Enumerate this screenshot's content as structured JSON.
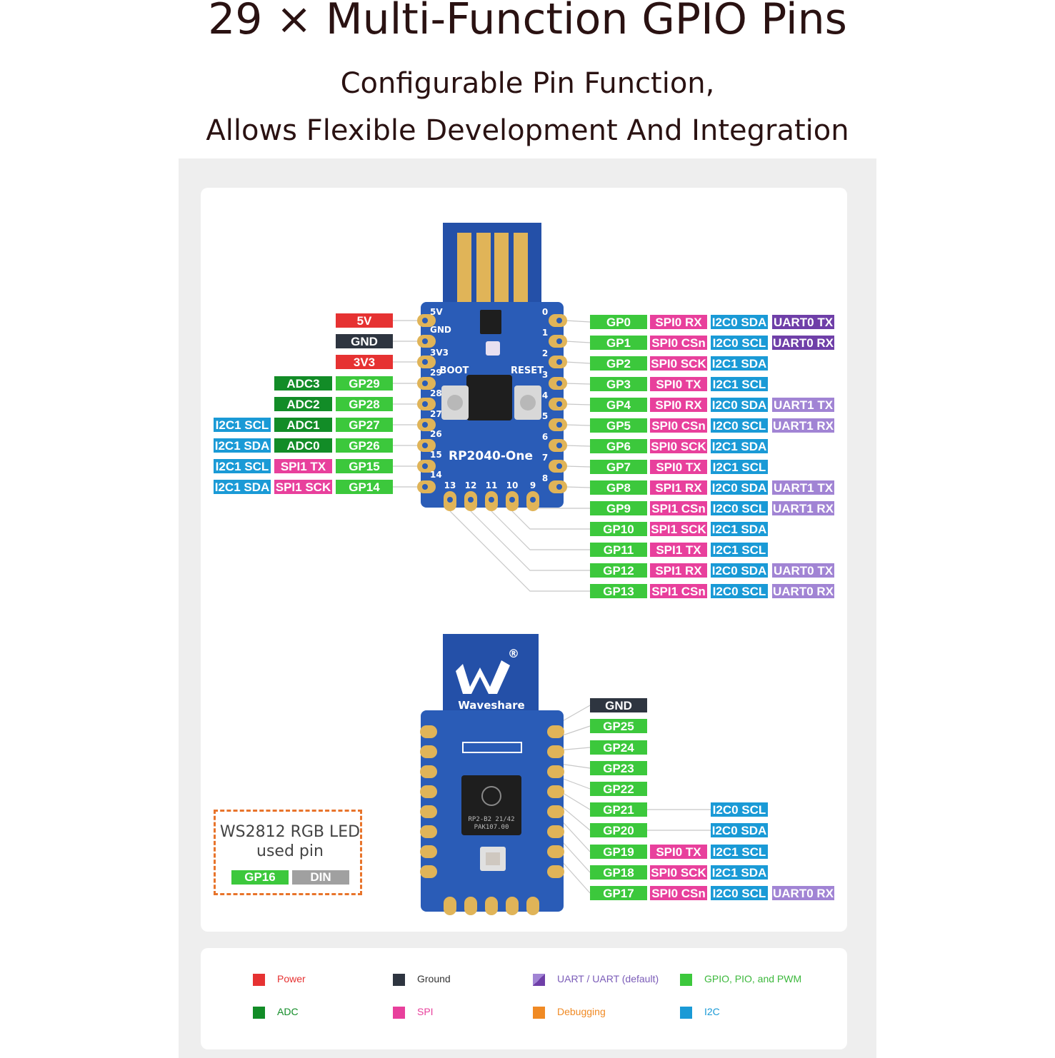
{
  "header": {
    "title": "29 × Multi-Function GPIO Pins",
    "subtitle_line1": "Configurable Pin Function,",
    "subtitle_line2": "Allows Flexible Development And Integration"
  },
  "colors": {
    "power": "#e63232",
    "ground": "#2e3540",
    "uart": "#6f3fa8",
    "uart_alt": "#a184d4",
    "gpio": "#3cc83c",
    "adc": "#128c27",
    "spi": "#e8409c",
    "debug": "#f08a24",
    "i2c": "#1a9ad6",
    "pin_gray": "#a0a0a0"
  },
  "board": {
    "top_silk": [
      "5V",
      "GND",
      "3V3",
      "29",
      "28",
      "27",
      "26",
      "15",
      "14"
    ],
    "right_numbers": [
      "0",
      "1",
      "2",
      "3",
      "4",
      "5",
      "6",
      "7",
      "8"
    ],
    "bottom_numbers": [
      "13",
      "12",
      "11",
      "10",
      "9"
    ],
    "boot": "BOOT",
    "reset": "RESET",
    "name": "RP2040-One",
    "brand": "Waveshare",
    "registered": "®",
    "chip_text_1": "RP2-B2   21/42",
    "chip_text_2": "PAK107.00"
  },
  "left_rows": [
    [
      {
        "t": "5V",
        "c": "power"
      }
    ],
    [
      {
        "t": "GND",
        "c": "ground"
      }
    ],
    [
      {
        "t": "3V3",
        "c": "power"
      }
    ],
    [
      {
        "t": "ADC3",
        "c": "adc"
      },
      {
        "t": "GP29",
        "c": "gpio"
      }
    ],
    [
      {
        "t": "ADC2",
        "c": "adc"
      },
      {
        "t": "GP28",
        "c": "gpio"
      }
    ],
    [
      {
        "t": "I2C1 SCL",
        "c": "i2c"
      },
      {
        "t": "ADC1",
        "c": "adc"
      },
      {
        "t": "GP27",
        "c": "gpio"
      }
    ],
    [
      {
        "t": "I2C1 SDA",
        "c": "i2c"
      },
      {
        "t": "ADC0",
        "c": "adc"
      },
      {
        "t": "GP26",
        "c": "gpio"
      }
    ],
    [
      {
        "t": "I2C1 SCL",
        "c": "i2c"
      },
      {
        "t": "SPI1 TX",
        "c": "spi"
      },
      {
        "t": "GP15",
        "c": "gpio"
      }
    ],
    [
      {
        "t": "I2C1 SDA",
        "c": "i2c"
      },
      {
        "t": "SPI1 SCK",
        "c": "spi"
      },
      {
        "t": "GP14",
        "c": "gpio"
      }
    ]
  ],
  "right_rows": [
    [
      {
        "t": "GP0",
        "c": "gpio"
      },
      {
        "t": "SPI0 RX",
        "c": "spi"
      },
      {
        "t": "I2C0 SDA",
        "c": "i2c"
      },
      {
        "t": "UART0 TX",
        "c": "uart"
      }
    ],
    [
      {
        "t": "GP1",
        "c": "gpio"
      },
      {
        "t": "SPI0 CSn",
        "c": "spi"
      },
      {
        "t": "I2C0 SCL",
        "c": "i2c"
      },
      {
        "t": "UART0 RX",
        "c": "uart"
      }
    ],
    [
      {
        "t": "GP2",
        "c": "gpio"
      },
      {
        "t": "SPI0 SCK",
        "c": "spi"
      },
      {
        "t": "I2C1 SDA",
        "c": "i2c"
      }
    ],
    [
      {
        "t": "GP3",
        "c": "gpio"
      },
      {
        "t": "SPI0 TX",
        "c": "spi"
      },
      {
        "t": "I2C1 SCL",
        "c": "i2c"
      }
    ],
    [
      {
        "t": "GP4",
        "c": "gpio"
      },
      {
        "t": "SPI0 RX",
        "c": "spi"
      },
      {
        "t": "I2C0 SDA",
        "c": "i2c"
      },
      {
        "t": "UART1 TX",
        "c": "uart_alt"
      }
    ],
    [
      {
        "t": "GP5",
        "c": "gpio"
      },
      {
        "t": "SPI0 CSn",
        "c": "spi"
      },
      {
        "t": "I2C0 SCL",
        "c": "i2c"
      },
      {
        "t": "UART1 RX",
        "c": "uart_alt"
      }
    ],
    [
      {
        "t": "GP6",
        "c": "gpio"
      },
      {
        "t": "SPI0 SCK",
        "c": "spi"
      },
      {
        "t": "I2C1 SDA",
        "c": "i2c"
      }
    ],
    [
      {
        "t": "GP7",
        "c": "gpio"
      },
      {
        "t": "SPI0 TX",
        "c": "spi"
      },
      {
        "t": "I2C1 SCL",
        "c": "i2c"
      }
    ],
    [
      {
        "t": "GP8",
        "c": "gpio"
      },
      {
        "t": "SPI1 RX",
        "c": "spi"
      },
      {
        "t": "I2C0 SDA",
        "c": "i2c"
      },
      {
        "t": "UART1 TX",
        "c": "uart_alt"
      }
    ],
    [
      {
        "t": "GP9",
        "c": "gpio"
      },
      {
        "t": "SPI1 CSn",
        "c": "spi"
      },
      {
        "t": "I2C0 SCL",
        "c": "i2c"
      },
      {
        "t": "UART1 RX",
        "c": "uart_alt"
      }
    ],
    [
      {
        "t": "GP10",
        "c": "gpio"
      },
      {
        "t": "SPI1 SCK",
        "c": "spi"
      },
      {
        "t": "I2C1 SDA",
        "c": "i2c"
      }
    ],
    [
      {
        "t": "GP11",
        "c": "gpio"
      },
      {
        "t": "SPI1 TX",
        "c": "spi"
      },
      {
        "t": "I2C1 SCL",
        "c": "i2c"
      }
    ],
    [
      {
        "t": "GP12",
        "c": "gpio"
      },
      {
        "t": "SPI1 RX",
        "c": "spi"
      },
      {
        "t": "I2C0 SDA",
        "c": "i2c"
      },
      {
        "t": "UART0 TX",
        "c": "uart_alt"
      }
    ],
    [
      {
        "t": "GP13",
        "c": "gpio"
      },
      {
        "t": "SPI1 CSn",
        "c": "spi"
      },
      {
        "t": "I2C0 SCL",
        "c": "i2c"
      },
      {
        "t": "UART0 RX",
        "c": "uart_alt"
      }
    ]
  ],
  "back_rows": [
    [
      {
        "t": "GND",
        "c": "ground"
      }
    ],
    [
      {
        "t": "GP25",
        "c": "gpio"
      }
    ],
    [
      {
        "t": "GP24",
        "c": "gpio"
      }
    ],
    [
      {
        "t": "GP23",
        "c": "gpio"
      }
    ],
    [
      {
        "t": "GP22",
        "c": "gpio"
      }
    ],
    [
      {
        "t": "GP21",
        "c": "gpio"
      },
      null,
      {
        "t": "I2C0 SCL",
        "c": "i2c"
      }
    ],
    [
      {
        "t": "GP20",
        "c": "gpio"
      },
      null,
      {
        "t": "I2C0 SDA",
        "c": "i2c"
      }
    ],
    [
      {
        "t": "GP19",
        "c": "gpio"
      },
      {
        "t": "SPI0 TX",
        "c": "spi"
      },
      {
        "t": "I2C1 SCL",
        "c": "i2c"
      }
    ],
    [
      {
        "t": "GP18",
        "c": "gpio"
      },
      {
        "t": "SPI0 SCK",
        "c": "spi"
      },
      {
        "t": "I2C1 SDA",
        "c": "i2c"
      }
    ],
    [
      {
        "t": "GP17",
        "c": "gpio"
      },
      {
        "t": "SPI0 CSn",
        "c": "spi"
      },
      {
        "t": "I2C0 SCL",
        "c": "i2c"
      },
      {
        "t": "UART0 RX",
        "c": "uart_alt"
      }
    ]
  ],
  "led": {
    "line1": "WS2812 RGB LED",
    "line2": "used pin",
    "pin": "GP16",
    "function": "DIN"
  },
  "legend": [
    {
      "label": "Power",
      "c": "power",
      "text_color": "#e63232"
    },
    {
      "label": "Ground",
      "c": "ground",
      "text_color": "#333333"
    },
    {
      "label": "UART / UART (default)",
      "c": "uart",
      "text_color": "#7b5cb8"
    },
    {
      "label": "GPIO, PIO, and PWM",
      "c": "gpio",
      "text_color": "#3cb83c"
    },
    {
      "label": "ADC",
      "c": "adc",
      "text_color": "#128c27"
    },
    {
      "label": "SPI",
      "c": "spi",
      "text_color": "#e8409c"
    },
    {
      "label": "Debugging",
      "c": "debug",
      "text_color": "#f08a24"
    },
    {
      "label": "I2C",
      "c": "i2c",
      "text_color": "#1a9ad6"
    }
  ]
}
